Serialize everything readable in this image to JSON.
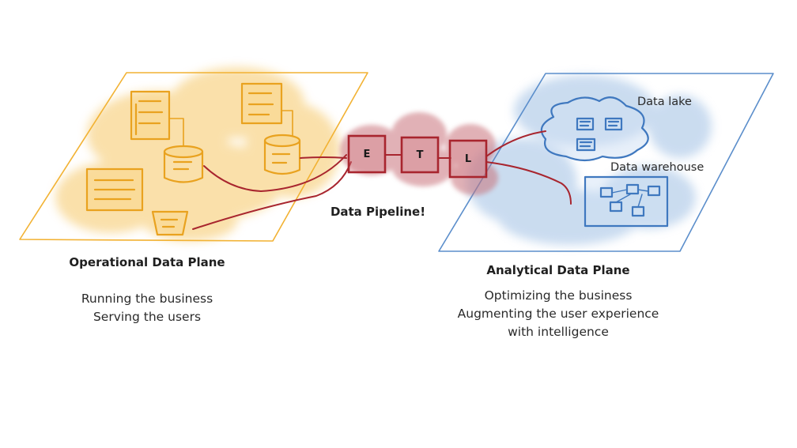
{
  "pipeline": {
    "title": "Data Pipeline!",
    "stages": [
      "E",
      "T",
      "L"
    ]
  },
  "operational": {
    "title": "Operational Data Plane",
    "lines": [
      "Running the business",
      "Serving the users"
    ]
  },
  "analytical": {
    "title": "Analytical Data Plane",
    "lines": [
      "Optimizing the business",
      "Augmenting the user experience",
      "with intelligence"
    ],
    "data_lake_label": "Data lake",
    "data_warehouse_label": "Data warehouse"
  },
  "colors": {
    "operational_accent": "#f2b233",
    "operational_wash": "#f6c766",
    "pipeline_accent": "#a8252e",
    "pipeline_wash": "#c9737b",
    "analytical_accent": "#4f86c6",
    "analytical_wash": "#a7c5e6"
  }
}
